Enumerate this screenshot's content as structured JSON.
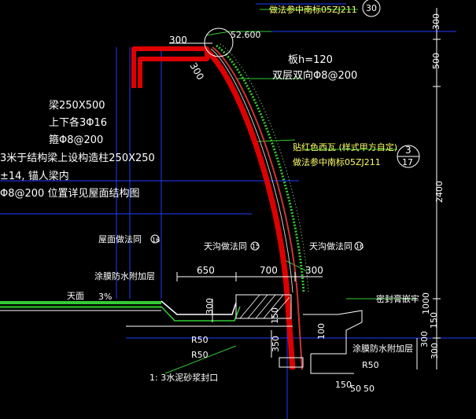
{
  "drawing": {
    "ref_top": "做法参中南标05ZJ211",
    "ref_top_num": "30",
    "elev": "52.600",
    "dim_300_top": "300",
    "dim_300_diag": "300",
    "slab_h": "板h=120",
    "slab_rebar": "双层双向Φ8@200",
    "beam_size": "梁250X500",
    "beam_rebar": "上下各3Φ16",
    "beam_stirrup": "箍Φ8@200",
    "col_line1": "3米于结构梁上设构造柱250X250",
    "col_line2": "±14, 锚人梁内",
    "col_line3": "Φ8@200 位置详见屋面结构图",
    "tile_note": "贴红色西瓦 (样式甲方自定)",
    "tile_ref": "做法参中南标05ZJ211",
    "callout2_top": "3",
    "callout2_bottom": "17",
    "roof_method": "屋面做法同",
    "roof_num": "16",
    "gutter_left": "天沟做法同",
    "gutter_left_num": "15",
    "gutter_right": "天沟做法同",
    "gutter_right_num": "16",
    "wp_left": "涂膜防水附加层",
    "slope_label": "天面",
    "slope_pct": "3%",
    "dim_650": "650",
    "dim_700": "700",
    "dim_300_gutter": "300",
    "dim_300_vert": "300",
    "dim_350": "350",
    "dim_150": "150",
    "dim_r50_a": "R50",
    "dim_r50_b": "R50",
    "dim_r50_c": "R50",
    "seal_note": "密封膏嵌牢",
    "wp_right": "涂膜防水附加层",
    "mortar_note": "1: 3水泥砂浆封口",
    "dim_100": "100",
    "dim_bottom_150": "150",
    "dim_bottom_50a": "50",
    "dim_bottom_50b": "50",
    "right_dim_300a": "300",
    "right_dim_500": "500",
    "right_dim_2400": "2400",
    "right_dim_1000": "1000",
    "right_dim_150": "150",
    "right_dim_300b": "300",
    "right_dim_300c": "300"
  },
  "colors": {
    "background": "#000000",
    "concrete": "#cc0000",
    "tile": "#33cc33",
    "dim": "#ffffff",
    "guide": "#0033cc"
  }
}
